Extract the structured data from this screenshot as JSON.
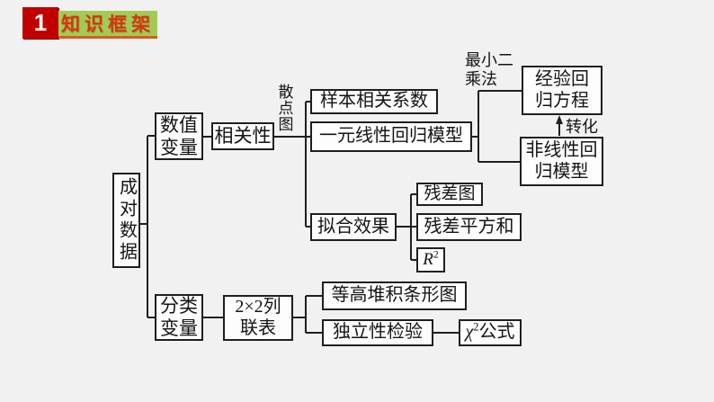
{
  "header": {
    "number": "1",
    "title": "知识框架"
  },
  "diagram": {
    "root": {
      "label": "成对数据"
    },
    "numeric_variable": {
      "line1": "数值",
      "line2": "变量"
    },
    "correlation": {
      "label": "相关性"
    },
    "scatter_label": {
      "label": "散点图"
    },
    "sample_correlation": {
      "label": "样本相关系数"
    },
    "linear_regression": {
      "label": "一元线性回归模型"
    },
    "least_squares_label": {
      "line1": "最小二",
      "line2": "乘法"
    },
    "empirical_regression": {
      "line1": "经验回",
      "line2": "归方程"
    },
    "transform_label": {
      "label": "转化"
    },
    "nonlinear_regression": {
      "line1": "非线性回",
      "line2": "归模型"
    },
    "fit_effect": {
      "label": "拟合效果"
    },
    "residual_plot": {
      "label": "残差图"
    },
    "residual_sum_squares": {
      "label": "残差平方和"
    },
    "r_squared": {
      "base": "R",
      "sup": "2"
    },
    "categorical_variable": {
      "line1": "分类",
      "line2": "变量"
    },
    "contingency_table": {
      "line1": "2×2列",
      "line2": "联表"
    },
    "stacked_bar_chart": {
      "label": "等高堆积条形图"
    },
    "independence_test": {
      "label": "独立性检验"
    },
    "chi_squared_formula": {
      "base": "χ",
      "sup": "2",
      "rest": "公式"
    }
  },
  "colors": {
    "background": "#f1f1f1",
    "box_border": "#1f1f1f",
    "line": "#1f1f1f",
    "header_red": "#c00000",
    "header_green": "#a2cb55",
    "header_text_red": "#d53512",
    "header_underline_orange": "#dd5a1c"
  }
}
